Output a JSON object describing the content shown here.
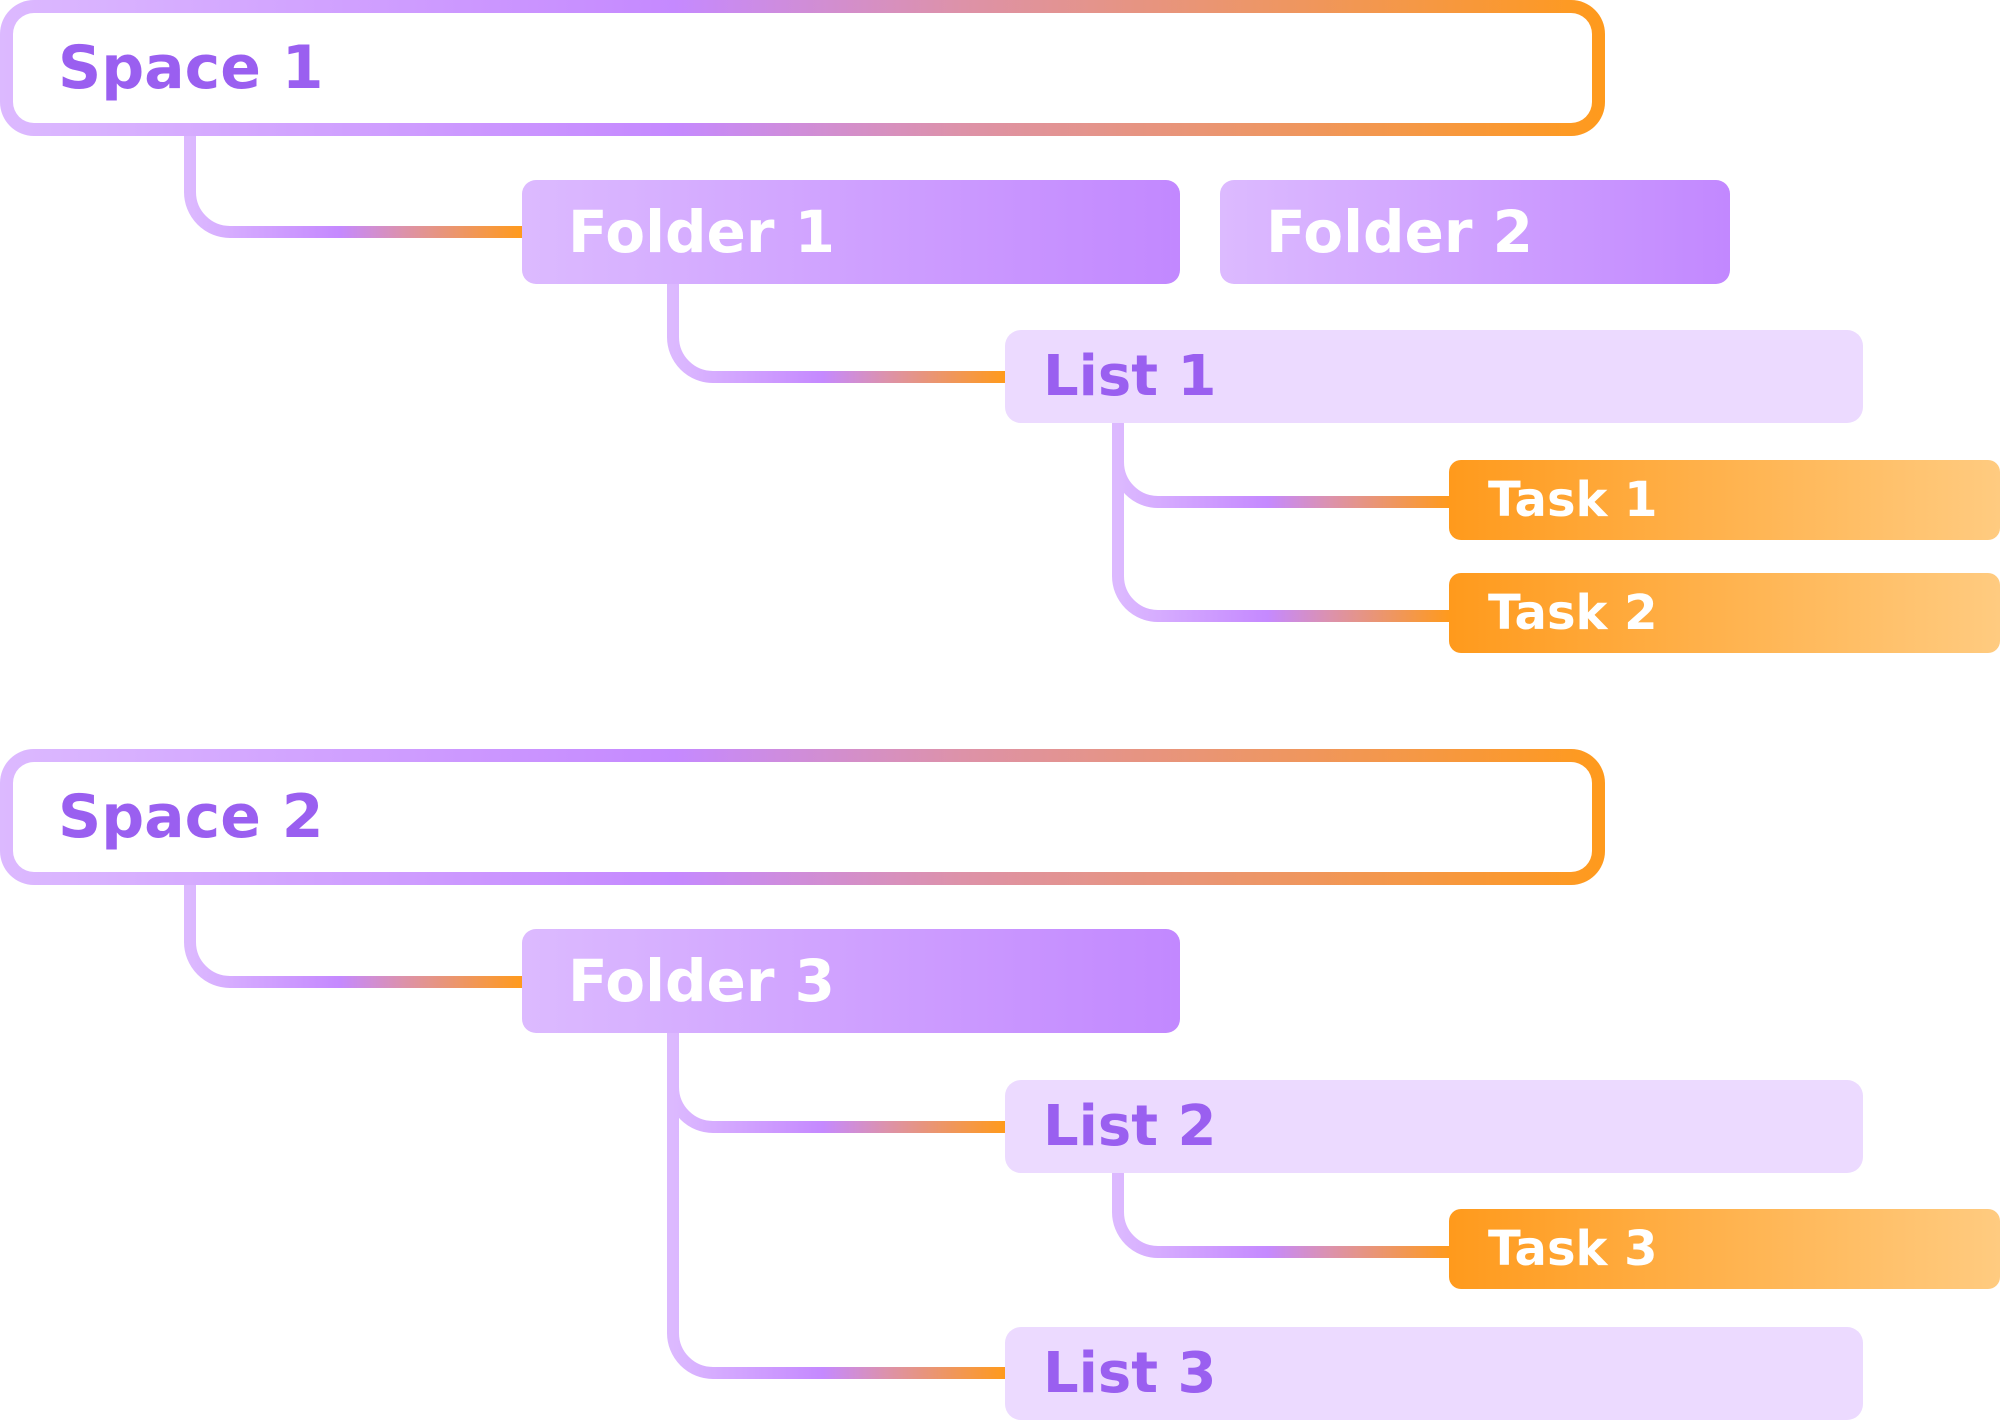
{
  "colors": {
    "space_text": "#9a5ff0",
    "list_text": "#9a5ff0",
    "list_fill": "#ecdaff",
    "folder_gradient": [
      "#dcbaff",
      "#c288ff"
    ],
    "task_gradient": [
      "#ff9a1c",
      "#ffcb80"
    ],
    "space_border_gradient": [
      "#dcb9ff",
      "#c589ff",
      "#ff9a1c"
    ],
    "connector_gradient": [
      "#dcb9ff",
      "#c589ff",
      "#ff9a1c"
    ]
  },
  "nodes": {
    "space1": "Space 1",
    "folder1": "Folder 1",
    "folder2": "Folder 2",
    "list1": "List 1",
    "task1": "Task 1",
    "task2": "Task 2",
    "space2": "Space 2",
    "folder3": "Folder 3",
    "list2": "List 2",
    "task3": "Task 3",
    "list3": "List 3"
  },
  "edges": [
    [
      "space1",
      "folder1"
    ],
    [
      "folder1",
      "list1"
    ],
    [
      "list1",
      "task1"
    ],
    [
      "list1",
      "task2"
    ],
    [
      "space2",
      "folder3"
    ],
    [
      "folder3",
      "list2"
    ],
    [
      "list2",
      "task3"
    ],
    [
      "folder3",
      "list3"
    ]
  ]
}
